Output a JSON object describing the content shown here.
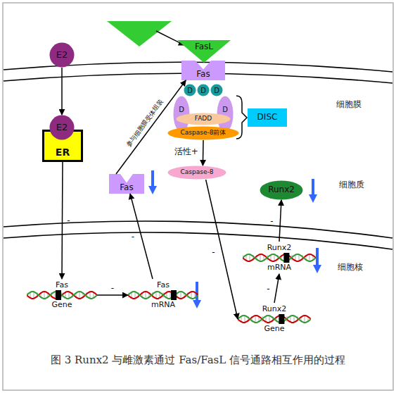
{
  "diagram": {
    "caption": "图 3 Runx2 与雌激素通过 Fas/FasL 信号通路相互作用的过程",
    "nodes": [
      {
        "text": [
          "FasL"
        ]
      },
      {
        "text": [
          "E2"
        ]
      },
      {
        "text": [
          "E2"
        ]
      },
      {
        "text": [
          "ER"
        ]
      },
      {
        "text": [
          "Fas"
        ]
      },
      {
        "text": [
          "D"
        ]
      },
      {
        "text": [
          "D"
        ]
      },
      {
        "text": [
          "D"
        ]
      },
      {
        "text": [
          "D"
        ]
      },
      {
        "text": [
          "D"
        ]
      },
      {
        "text": [
          "FADD"
        ]
      },
      {
        "text": [
          "Caspase-8前体"
        ]
      },
      {
        "text": [
          "DISC"
        ]
      },
      {
        "text": [
          "Caspase-8"
        ]
      },
      {
        "text": [
          "Fas"
        ]
      },
      {
        "text": [
          "Runx2"
        ]
      },
      {
        "text": [
          "Fas",
          "Gene"
        ]
      },
      {
        "text": [
          "Fas",
          "mRNA"
        ]
      },
      {
        "text": [
          "Runx2",
          "mRNA"
        ]
      },
      {
        "text": [
          "Runx2",
          "Gene"
        ]
      }
    ],
    "edges": [
      {
        "from": 1,
        "to": 2,
        "arrow": "to"
      },
      {
        "from": 3,
        "to": 16,
        "label": "-",
        "arrow": "to"
      },
      {
        "from": 16,
        "to": 17,
        "label": "-",
        "arrow": "to"
      },
      {
        "from": 17,
        "to": 14,
        "label": "-",
        "arrow": "to"
      },
      {
        "from": 14,
        "to": 4,
        "label": "参与细胞膜受体组装",
        "arrow": "to"
      },
      {
        "from": 11,
        "to": 13,
        "label": "活性+",
        "arrow": "to"
      },
      {
        "from": 13,
        "to": 19,
        "label": "-",
        "arrow": "to"
      },
      {
        "from": 19,
        "to": 18,
        "label": "-",
        "arrow": "to"
      },
      {
        "from": 18,
        "to": 15,
        "label": "-",
        "arrow": "to"
      }
    ],
    "labels": [
      "细胞膜",
      "细胞质",
      "细胞核"
    ]
  }
}
